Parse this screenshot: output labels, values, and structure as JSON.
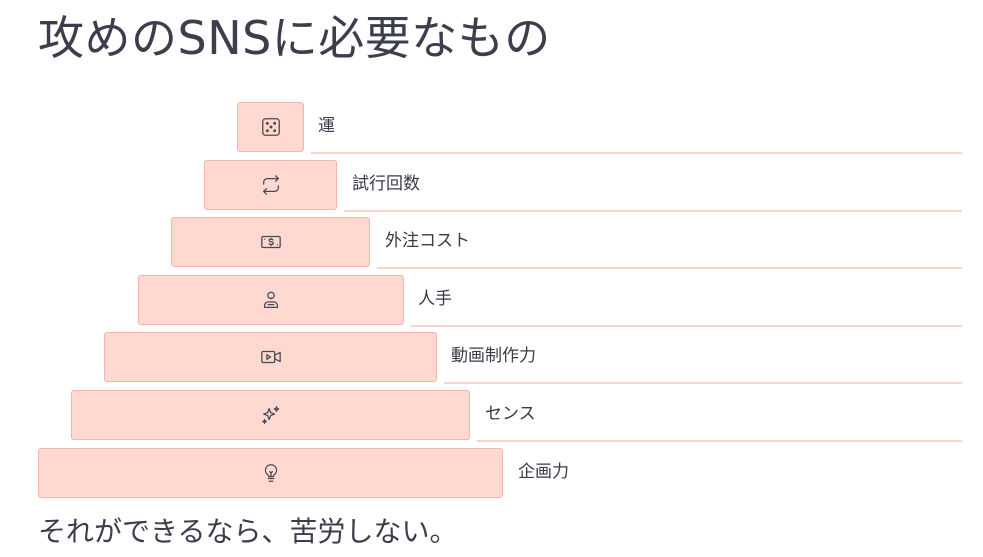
{
  "title": "攻めのSNSに必要なもの",
  "caption": "それができるなら、苦労しない。",
  "pyramid": {
    "levels": [
      {
        "label": "運",
        "icon": "dice-icon"
      },
      {
        "label": "試行回数",
        "icon": "repeat-icon"
      },
      {
        "label": "外注コスト",
        "icon": "money-icon"
      },
      {
        "label": "人手",
        "icon": "person-icon"
      },
      {
        "label": "動画制作力",
        "icon": "video-icon"
      },
      {
        "label": "センス",
        "icon": "sparkles-icon"
      },
      {
        "label": "企画力",
        "icon": "lightbulb-icon"
      }
    ]
  },
  "colors": {
    "box_fill": "#ffd9cf",
    "box_border": "#f0b8aa",
    "rule": "#f4d6cc",
    "text": "#3c3d4d"
  }
}
